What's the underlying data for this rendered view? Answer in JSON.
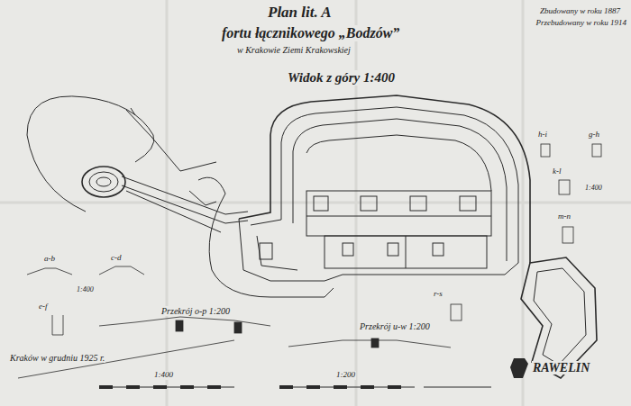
{
  "diagram": {
    "title": "Plan lit. A",
    "labels": [
      "fortu łącznikowego „Bodzów”",
      "w Krakowie Ziemi Krakowskiej",
      "Widok z góry 1:400",
      "Zbudowany w roku 1887",
      "Przebudowany w roku 1914",
      "a-b",
      "c-d",
      "e-f",
      "1:400",
      "h-i",
      "g-h",
      "k-l",
      "1:400",
      "m-n",
      "Przekrój o-p 1:200",
      "Przekrój u-w 1:200",
      "r-s",
      "Kraków w grudniu 1925 r.",
      "1:400",
      "1:200",
      "RAWELIN"
    ]
  }
}
